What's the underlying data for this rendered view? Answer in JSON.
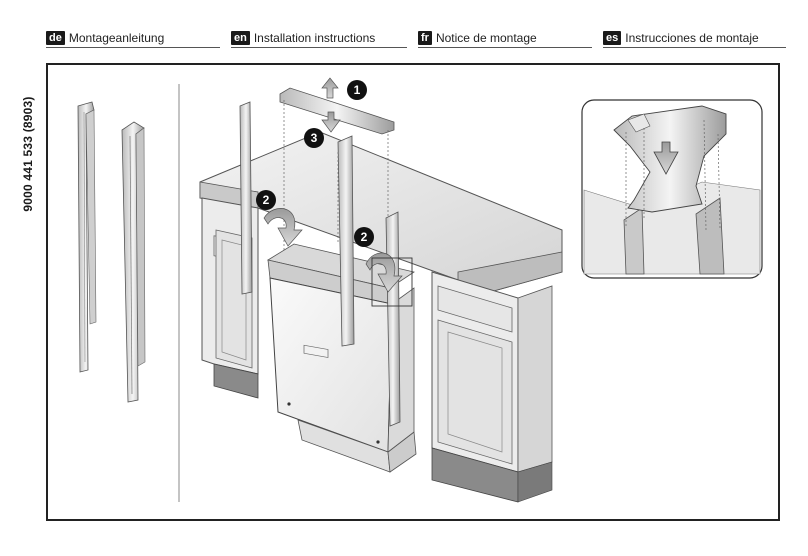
{
  "doc_number": "9000 441 533 (8903)",
  "languages": [
    {
      "code": "de",
      "title": "Montageanleitung"
    },
    {
      "code": "en",
      "title": "Installation instructions"
    },
    {
      "code": "fr",
      "title": "Notice de montage"
    },
    {
      "code": "es",
      "title": "Instrucciones de montaje"
    }
  ],
  "steps": {
    "one": "1",
    "two": "2",
    "three": "3"
  }
}
